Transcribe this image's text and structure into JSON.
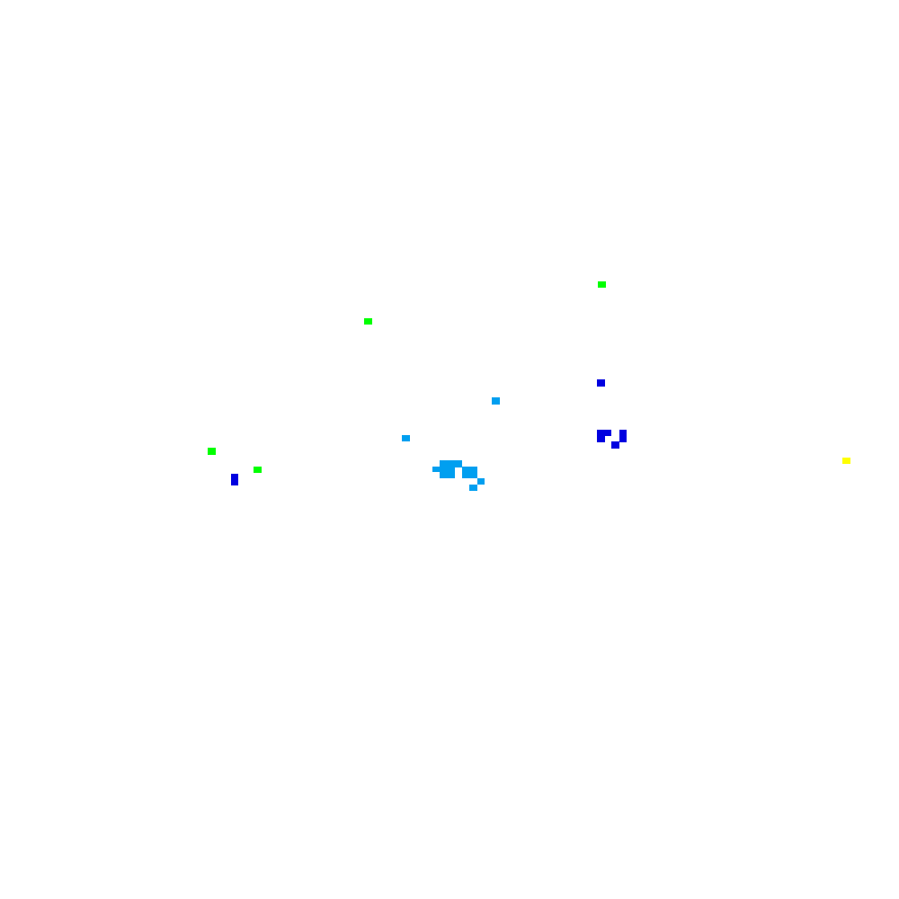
{
  "colors": {
    "background": "#ffffff",
    "cluster_green": "#00ff00",
    "cluster_navy": "#0000e0",
    "cluster_cyan": "#009ff0",
    "cluster_yellow": "#ffff00"
  },
  "groups": [
    {
      "name": "green",
      "color": "#00ff00"
    },
    {
      "name": "navy",
      "color": "#0000e0"
    },
    {
      "name": "cyan",
      "color": "#009ff0"
    },
    {
      "name": "yellow",
      "color": "#ffff00"
    }
  ]
}
